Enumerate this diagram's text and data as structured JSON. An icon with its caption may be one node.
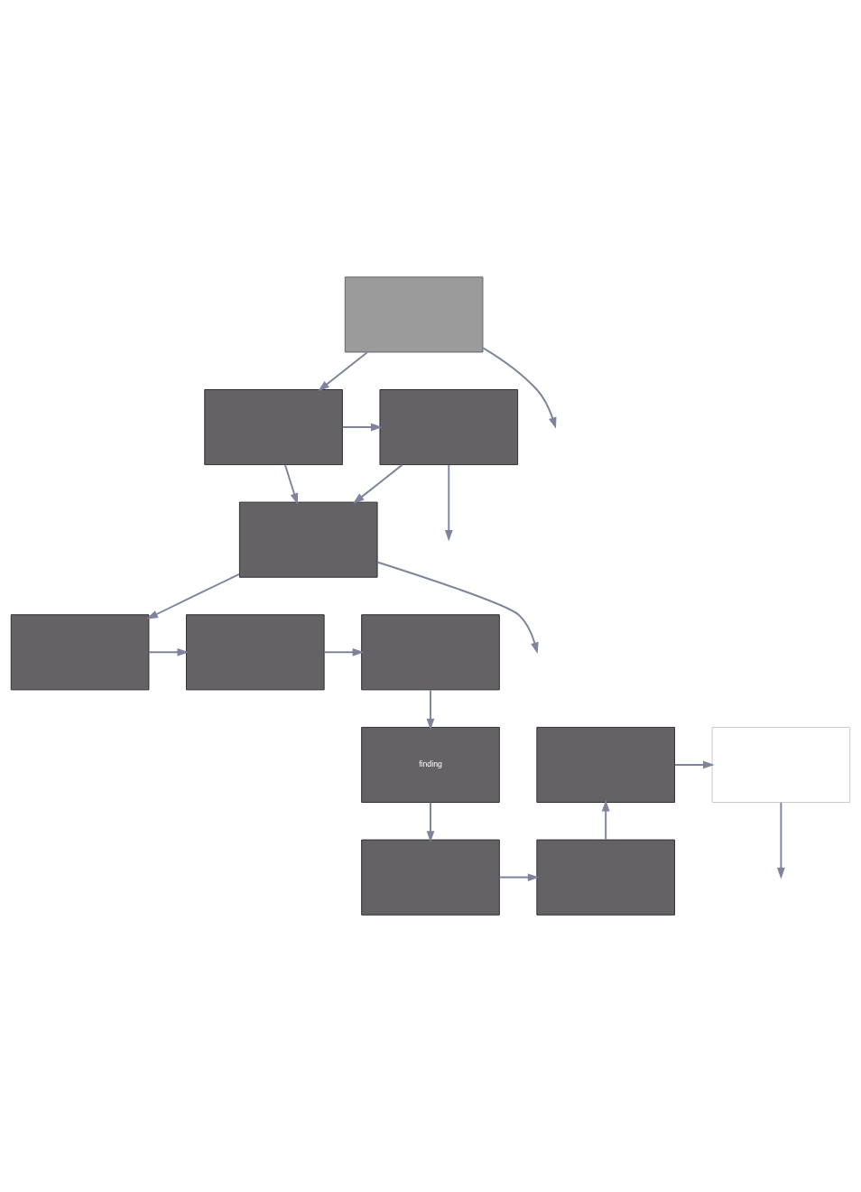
{
  "diagram": {
    "nodes": [
      {
        "text": [],
        "shape": "box"
      },
      {
        "text": [],
        "shape": "box"
      },
      {
        "text": [],
        "shape": "box"
      },
      {
        "text": [],
        "shape": "box"
      },
      {
        "text": [],
        "shape": "box"
      },
      {
        "text": [],
        "shape": "box"
      },
      {
        "text": [],
        "shape": "box"
      },
      {
        "text": [],
        "shape": "box"
      },
      {
        "text": [],
        "shape": "box"
      },
      {
        "text": [
          "finding"
        ]
      },
      {
        "text": [],
        "shape": "box"
      },
      {
        "text": [],
        "shape": "box"
      }
    ],
    "edges": [
      {
        "from": 0,
        "to": null,
        "arrow": "to"
      },
      {
        "from": 0,
        "to": 1,
        "arrow": "to"
      },
      {
        "from": 1,
        "to": 2,
        "arrow": "to"
      },
      {
        "from": 2,
        "to": null,
        "arrow": "to"
      },
      {
        "from": 2,
        "to": 3,
        "arrow": "to"
      },
      {
        "from": 1,
        "to": 3,
        "arrow": "to"
      },
      {
        "from": 3,
        "to": null,
        "arrow": "to"
      },
      {
        "from": 3,
        "to": 4,
        "arrow": "to"
      },
      {
        "from": 4,
        "to": 5,
        "arrow": "to"
      },
      {
        "from": 5,
        "to": 6,
        "arrow": "to"
      },
      {
        "from": 6,
        "to": 9,
        "arrow": "to"
      },
      {
        "from": 9,
        "to": 11,
        "arrow": "to"
      },
      {
        "from": 11,
        "to": 10,
        "arrow": "to"
      },
      {
        "from": 10,
        "to": 8,
        "arrow": "to"
      },
      {
        "from": 8,
        "to": 7,
        "arrow": "to"
      },
      {
        "from": 7,
        "to": null,
        "arrow": "to"
      }
    ]
  }
}
